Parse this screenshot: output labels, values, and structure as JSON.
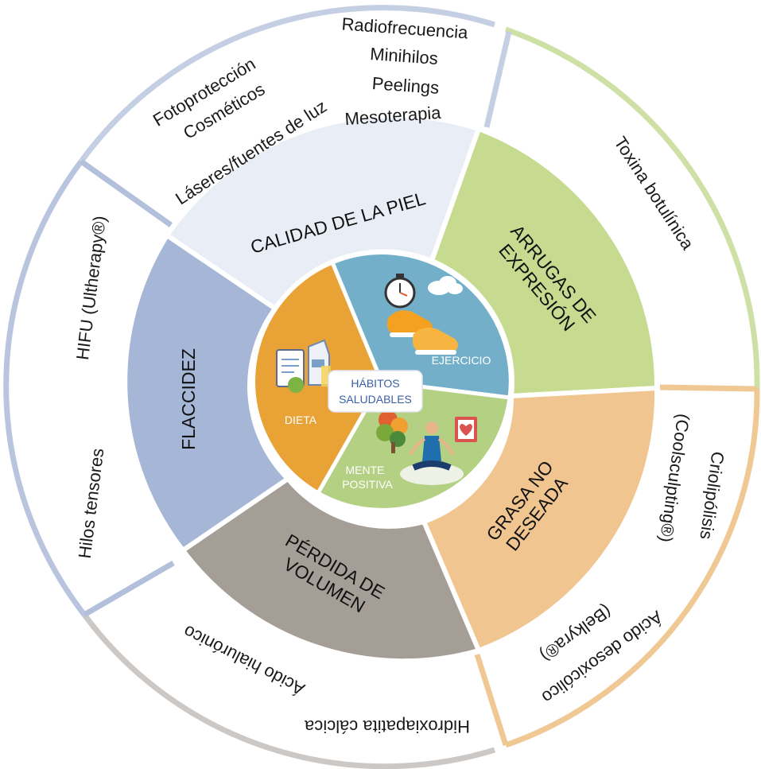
{
  "center": {
    "title_line1": "HÁBITOS",
    "title_line2": "SALUDABLES"
  },
  "inner": {
    "dieta": "DIETA",
    "ejercicio": "EJERCICIO",
    "mente_line1": "MENTE",
    "mente_line2": "POSITIVA"
  },
  "mid": {
    "calidad": "CALIDAD DE LA PIEL",
    "arrugas_line1": "ARRUGAS DE",
    "arrugas_line2": "EXPRESIÓN",
    "grasa_line1": "GRASA NO",
    "grasa_line2": "DESEADA",
    "perdida_line1": "PÉRDIDA DE",
    "perdida_line2": "VOLUMEN",
    "flaccidez": "FLACCIDEZ"
  },
  "outer": {
    "radiofrecuencia": "Radiofrecuencia",
    "minihilos": "Minihilos",
    "peelings": "Peelings",
    "mesoterapia": "Mesoterapia",
    "fotoproteccion": "Fotoprotección",
    "cosmeticos": "Cosméticos",
    "laseres": "Láseres/fuentes de luz",
    "toxina": "Toxina botulínica",
    "criolipolisis": "Criolipólisis",
    "coolsculpting": "(Coolsculpting®)",
    "acido_desoxicolico": "Ácido desoxicólico",
    "belkyra": "(Belkyra®)",
    "acido_hialuronico": "Ácido hialurónico",
    "hidroxiapatita": "Hidroxiapatita cálcica",
    "hifu": "HIFU (Ultherapy®)",
    "hilos": "Hilos tensores"
  },
  "colors": {
    "calidad": "#e9eef6",
    "arrugas": "#c6db8f",
    "grasa": "#f0c58f",
    "perdida": "#a59e97",
    "flaccidez": "#a6b6d6",
    "dieta": "#e8a235",
    "ejercicio": "#74afc9",
    "mente": "#b3d083",
    "ring_blue": "#b9c5df",
    "ring_green": "#cbdea1",
    "ring_orange": "#f0c894",
    "ring_grey": "#c9c6c3",
    "center_text": "#3b5ea8"
  },
  "icons": [
    "stopwatch-icon",
    "sneakers-icon",
    "clouds-icon",
    "food-icon",
    "tree-icon",
    "yoga-person-icon",
    "book-heart-icon"
  ]
}
